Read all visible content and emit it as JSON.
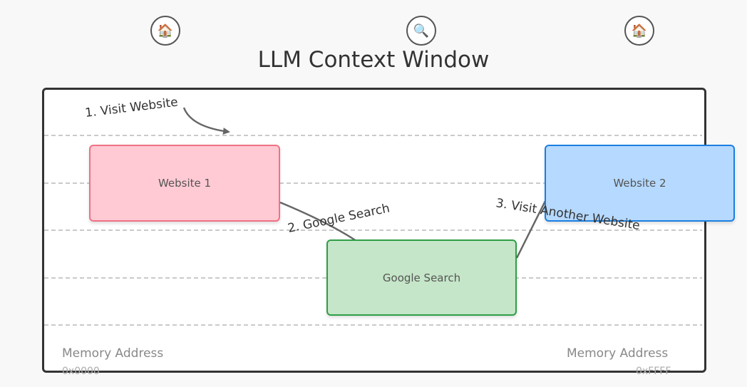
{
  "title": "LLM Context Window",
  "icons": {
    "left": "🏠",
    "middle": "🔍",
    "right": "🏠"
  },
  "boxes": {
    "website_1": "Website 1",
    "google_search": "Google Search",
    "website_2": "Website 2"
  },
  "steps": {
    "step_1": "1. Visit Website",
    "step_2": "2. Google Search",
    "step_3": "3. Visit Another Website"
  },
  "memory": {
    "start_label": "Memory Address",
    "start_address": "0x0000",
    "end_label": "Memory Address",
    "end_address": "0xFFFF"
  },
  "colors": {
    "website_1_fill": "#ffcad4",
    "website_1_border": "#ef7185",
    "google_search_fill": "#c5e6c8",
    "google_search_border": "#2f9e47",
    "website_2_fill": "#b5d9ff",
    "website_2_border": "#1b7fe0",
    "arrow": "#666666"
  }
}
